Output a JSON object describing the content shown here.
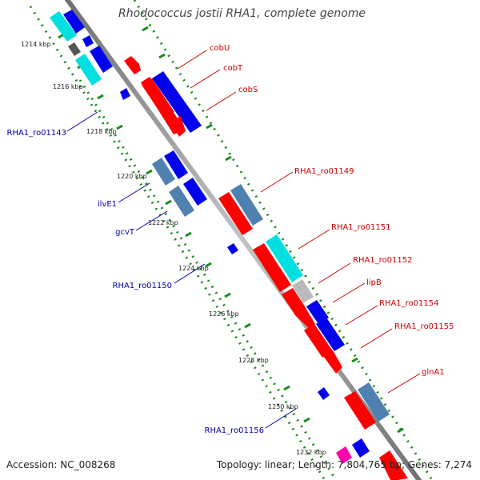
{
  "title": "Rhodococcus jostii RHA1, complete genome",
  "footer": {
    "accession": "Accession: NC_008268",
    "summary": "Topology: linear; Length: 7,804,765 bp; Genes: 7,274"
  },
  "colors": {
    "backbone": "#999999",
    "tick": "#1a8a1a",
    "forward_label": "#cc0000",
    "reverse_label": "#0000aa",
    "gene_red": "#ff0000",
    "gene_blue": "#0000ee",
    "gene_cyan": "#00e0e0",
    "gene_steel": "#5080b0",
    "gene_grey": "#bbbbbb",
    "gene_dark": "#555555",
    "gene_magenta": "#ff00aa"
  },
  "ruler": {
    "unit": "kbp",
    "ticks": [
      "1214 kbp",
      "1216 kbp",
      "1218 kbp",
      "1220 kbp",
      "1222 kbp",
      "1224 kbp",
      "1226 kbp",
      "1228 kbp",
      "1230 kbp",
      "1232 kbp"
    ]
  },
  "forward_labels": [
    "cobU",
    "cobT",
    "cobS",
    "RHA1_ro01149",
    "RHA1_ro01151",
    "RHA1_ro01152",
    "lipB",
    "RHA1_ro01154",
    "RHA1_ro01155",
    "glnA1"
  ],
  "reverse_labels": [
    "RHA1_ro01143",
    "ilvE1",
    "gcvT",
    "RHA1_ro01150",
    "RHA1_ro01156"
  ]
}
